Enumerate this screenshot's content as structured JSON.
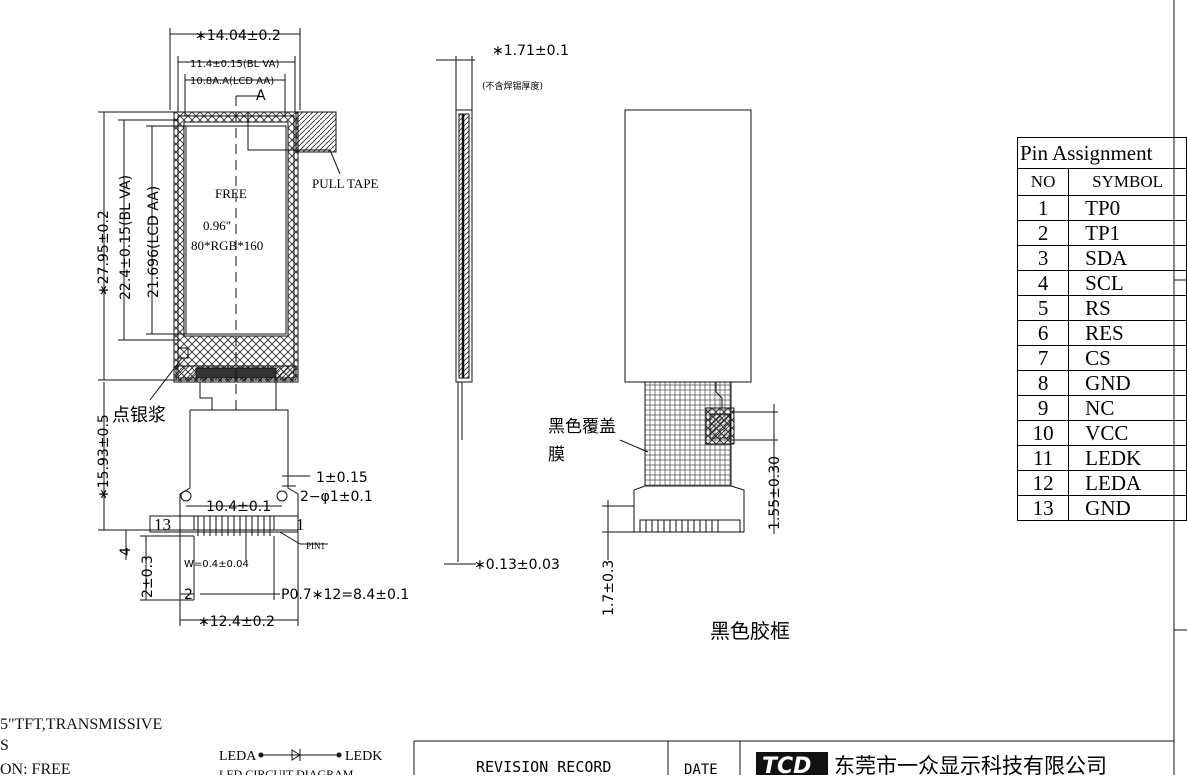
{
  "front_view": {
    "dim_width": "∗14.04±0.2",
    "dim_bl_va_w": "11.4±0.15(BL  VA)",
    "dim_lcd_aa_w": "10.8A.A(LCD  AA)",
    "section_mark": "A",
    "dim_height": "∗27.95±0.2",
    "dim_bl_va_h": "22.4±0.15(BL  VA)",
    "dim_lcd_aa_h": "21.696(LCD  AA)",
    "free_label": "FREE",
    "size_label": "0.96\"",
    "resolution_label": "80*RGB*160",
    "pull_tape": "PULL TAPE",
    "silver_paste": "点银浆",
    "dim_fpc_len": "∗15.93±0.5",
    "dim_hole_offset": "1±0.15",
    "dim_holes": "2−φ1±0.1",
    "dim_hole_span": "10.4±0.1",
    "pin_last": "13",
    "pin_first": "1",
    "pin1_label": "PIN1",
    "dim_4": "4",
    "dim_2_03": "2±0.3",
    "dim_pad_w": "W=0.4±0.04",
    "dim_2": "2",
    "dim_pitch": "P0.7∗12=8.4±0.1",
    "dim_fpc_w": "∗12.4±0.2"
  },
  "side_view": {
    "dim_thickness": "∗1.71±0.1",
    "note": "(不含焊锡厚度)",
    "dim_fpc_thick": "∗0.13±0.03"
  },
  "back_view": {
    "cover_film_1": "黑色覆盖",
    "cover_film_2": "膜",
    "dim_155": "1.55±0.30",
    "dim_17": "1.7±0.3",
    "black_frame": "黑色胶框"
  },
  "pin_table": {
    "title": "Pin Assignment",
    "col_no": "NO",
    "col_symbol": "SYMBOL",
    "rows": [
      {
        "no": "1",
        "symbol": "TP0"
      },
      {
        "no": "2",
        "symbol": "TP1"
      },
      {
        "no": "3",
        "symbol": "SDA"
      },
      {
        "no": "4",
        "symbol": "SCL"
      },
      {
        "no": "5",
        "symbol": "RS"
      },
      {
        "no": "6",
        "symbol": "RES"
      },
      {
        "no": "7",
        "symbol": "CS"
      },
      {
        "no": "8",
        "symbol": "GND"
      },
      {
        "no": "9",
        "symbol": "NC"
      },
      {
        "no": "10",
        "symbol": "VCC"
      },
      {
        "no": "11",
        "symbol": "LEDK"
      },
      {
        "no": "12",
        "symbol": "LEDA"
      },
      {
        "no": "13",
        "symbol": "GND"
      }
    ]
  },
  "bottom": {
    "spec_line1": "5\"TFT,TRANSMISSIVE",
    "spec_line2": "S",
    "spec_line3": "ON: FREE",
    "leda": "LEDA",
    "ledk": "LEDK",
    "led_circuit": "LED CIRCUIT DIAGRAM",
    "revision_record": "REVISION  RECORD",
    "date": "DATE",
    "logo": "TCD",
    "company": "东莞市一众显示科技有限公司"
  }
}
